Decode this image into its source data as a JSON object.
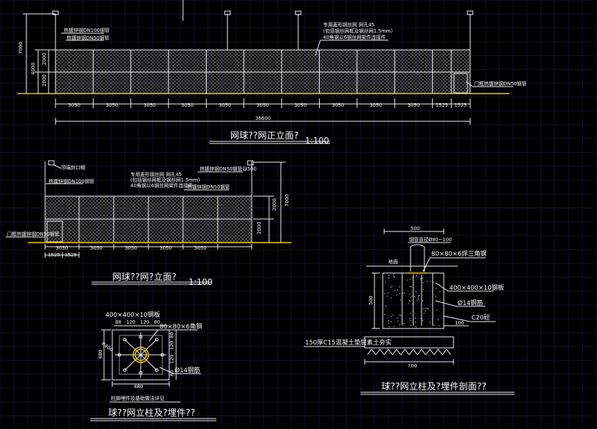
{
  "colors": {
    "background": "#000000",
    "line": "#ffffff",
    "ground": "#ffd400",
    "mesh": "#8a8a8a"
  },
  "front_elevation": {
    "title": "网球??网正立面?",
    "scale": "1:100",
    "note_lines": [
      "专用菱形钢丝网 网孔45",
      "(包括钢丝网框及钢丝网1.5mm)",
      "40角钢以6钢丝网架件连接件"
    ],
    "post_note_lines": [
      "热镀锌钢DN100钢管",
      "热镀锌钢DN50钢管"
    ],
    "door_note": "门框热镀锌钢DN50钢管",
    "height_dims": [
      "7000",
      "4000",
      "2000",
      "2000"
    ],
    "bays": [
      "3050",
      "3050",
      "3050",
      "3050",
      "3050",
      "3050",
      "3050",
      "3050",
      "3050",
      "3050",
      "1525",
      "1525"
    ],
    "total": "36600"
  },
  "side_elevation": {
    "title": "网球??网?立面?",
    "scale": "1:100",
    "notes": [
      "顶端封口帽",
      "热镀锌钢DN100钢管",
      "热镀锌钢DN50钢管@500",
      "热镀锌钢DN50钢管",
      "门框热镀锌钢DN50钢管"
    ],
    "mesh_note_lines": [
      "专用菱形钢丝网 网孔45",
      "(包括钢丝网框及钢丝网1.5mm)",
      "40角钢以6钢丝网架件连接件"
    ],
    "height_dims": [
      "7000",
      "2000",
      "2000"
    ],
    "bays": [
      "3050",
      "3050",
      "3050",
      "3050",
      "3050"
    ],
    "door_bays": [
      "1525",
      "1525"
    ]
  },
  "embed_plan": {
    "title": "球??网立柱及?埋件??",
    "plate_label": "400×400×10钢板",
    "angle_label": "80×80×6角钢",
    "top_dims": [
      "88",
      "120",
      "120",
      "80"
    ],
    "side_dims": [
      "80",
      "120",
      "120",
      "80"
    ],
    "rod_label": "Ø14钢筋",
    "size_left": "480",
    "size_bottom": "480",
    "radius_label": "R400",
    "footnote": "柱脚埋件及基础做法详见"
  },
  "embed_section": {
    "title": "球??网立柱及?埋件剖面??",
    "pipe_label": "钢管直径Ø80~100",
    "angle_label": "80×80×6焊三角钢",
    "plate_label": "400×400×10钢板",
    "rod_label": "Ø14钢筋",
    "concrete_label": "C20砼",
    "base_label": "150厚C15混凝土垫层素土夯实",
    "ground_label": "地面",
    "top_dim": "500",
    "depth_dim": "500",
    "bottom_dim": "700",
    "side_dim": "100"
  }
}
